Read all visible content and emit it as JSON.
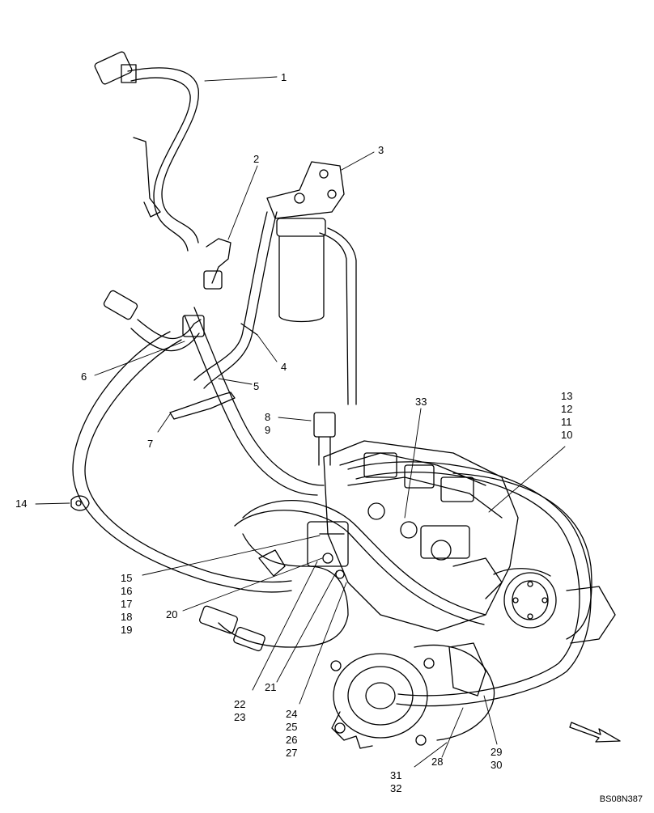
{
  "callouts": {
    "c1": "1",
    "c2": "2",
    "c3": "3",
    "c4": "4",
    "c5": "5",
    "c6": "6",
    "c7": "7",
    "c8_9": [
      "8",
      "9"
    ],
    "c10_13": [
      "13",
      "12",
      "11",
      "10"
    ],
    "c14": "14",
    "c15_19": [
      "15",
      "16",
      "17",
      "18",
      "19"
    ],
    "c20": "20",
    "c21": "21",
    "c22_23": [
      "22",
      "23"
    ],
    "c24_27": [
      "24",
      "25",
      "26",
      "27"
    ],
    "c28": "28",
    "c29_30": [
      "29",
      "30"
    ],
    "c31_32": [
      "31",
      "32"
    ],
    "c33": "33"
  },
  "drawing_code": "BS08N387"
}
